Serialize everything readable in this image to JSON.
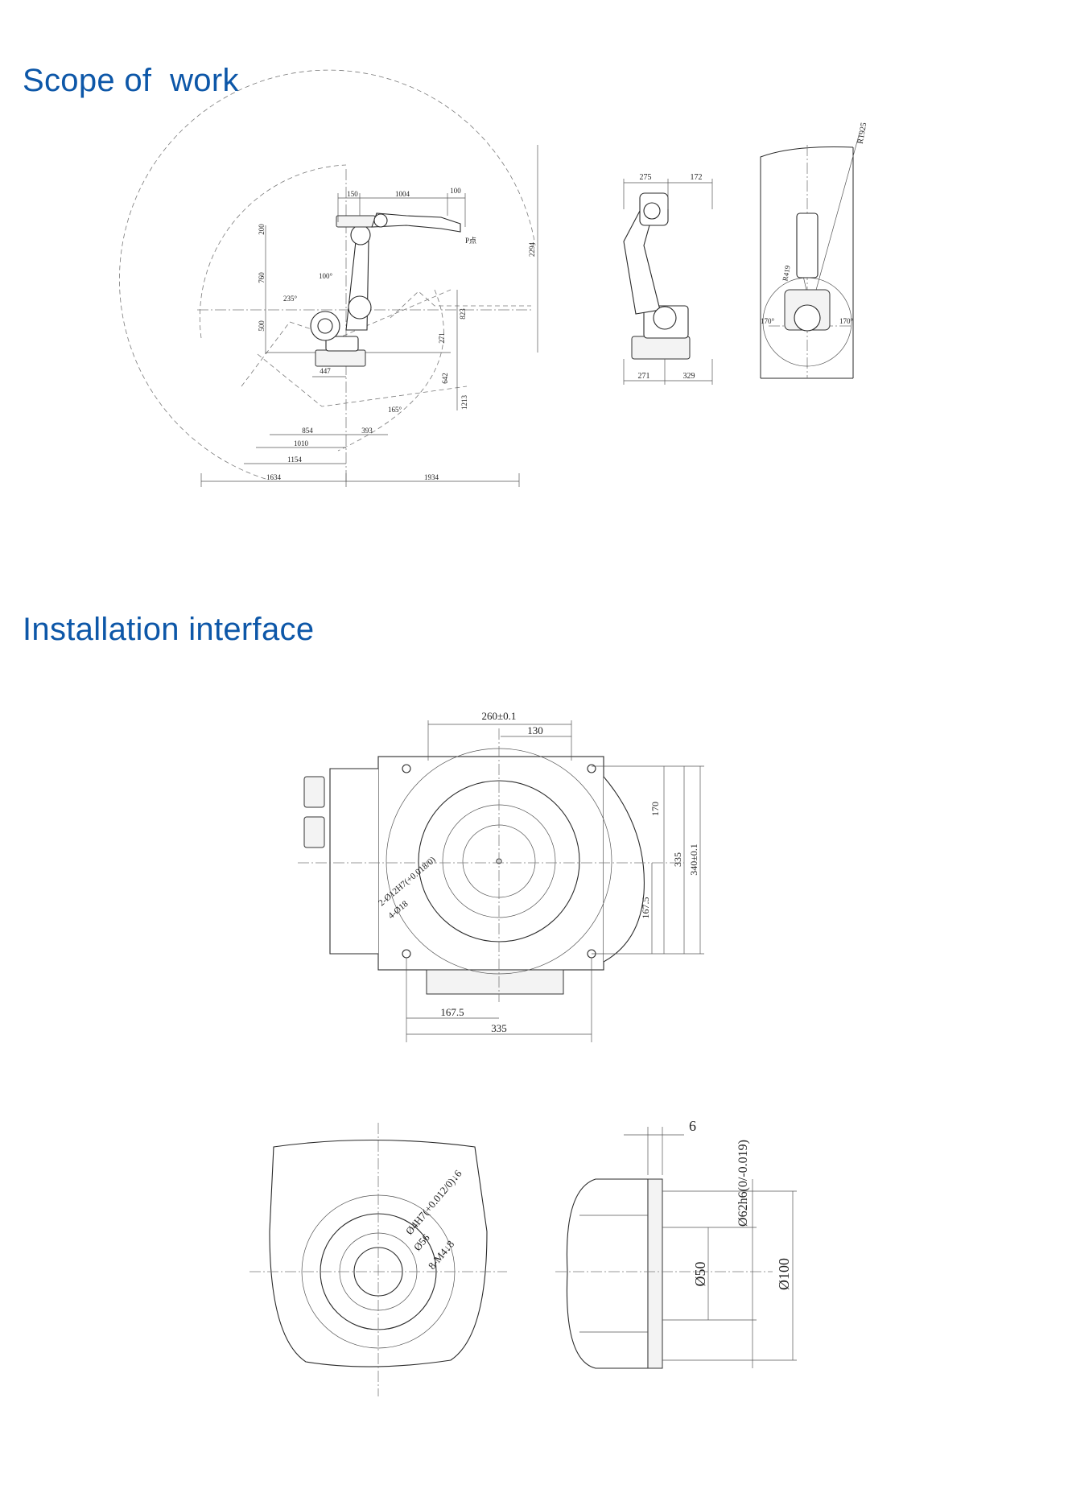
{
  "headings": {
    "scope": "Scope of  work",
    "installation": "Installation interface"
  },
  "scope_side": {
    "top": [
      "150",
      "1004",
      "100"
    ],
    "left": [
      "200",
      "760",
      "500"
    ],
    "angles": [
      "100°",
      "235°",
      "165°"
    ],
    "wrist_label": "P点",
    "right": [
      "2294",
      "823",
      "271",
      "642",
      "1213"
    ],
    "bottom": [
      "447",
      "854",
      "393",
      "1010",
      "1154",
      "1634",
      "1934"
    ]
  },
  "scope_front": {
    "top": [
      "275",
      "172"
    ],
    "bottom": [
      "271",
      "329"
    ]
  },
  "scope_top": {
    "radius_outer": "R1925",
    "radius_inner": "R419",
    "angle_left": "170°",
    "angle_right": "170°"
  },
  "base_view": {
    "top_width": "260±0.1",
    "top_half": "130",
    "right_a": "170",
    "right_b": "335",
    "right_c": "340±0.1",
    "right_d": "167.5",
    "bottom_a": "167.5",
    "bottom_b": "335",
    "hole_label_1": "2-Ø12H7(+0.018/0)",
    "hole_label_2": "4-Ø18"
  },
  "flange_front": {
    "pin_label": "Ø4H7(+0.012/0)↓6",
    "pcd_label": "Ø56",
    "thread_label": "8-M4↓8"
  },
  "flange_side": {
    "depth": "6",
    "spigot": "Ø62h6(0/-0.019)",
    "bore": "Ø50",
    "outer": "Ø100"
  }
}
